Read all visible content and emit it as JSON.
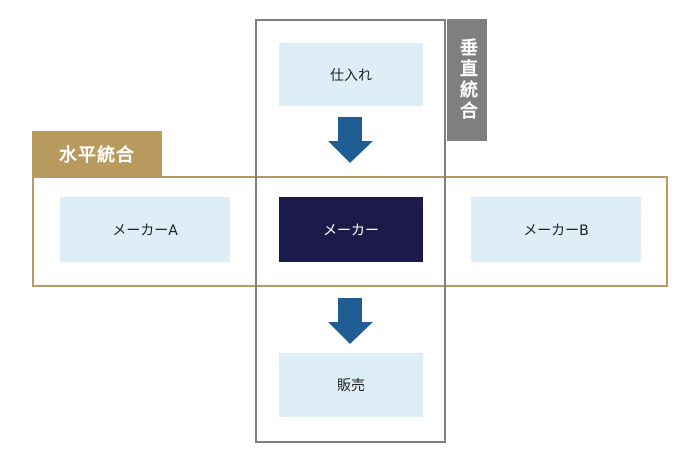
{
  "labels": {
    "horizontal": "水平統合",
    "vertical": "垂直統合"
  },
  "nodes": {
    "supply": "仕入れ",
    "maker_a": "メーカーA",
    "maker": "メーカー",
    "maker_b": "メーカーB",
    "sales": "販売"
  },
  "colors": {
    "gold": "#b89a5e",
    "gray": "#7f7f7f",
    "light_blue": "#ddeef6",
    "navy": "#1b1a4a",
    "arrow": "#1f5d93"
  }
}
